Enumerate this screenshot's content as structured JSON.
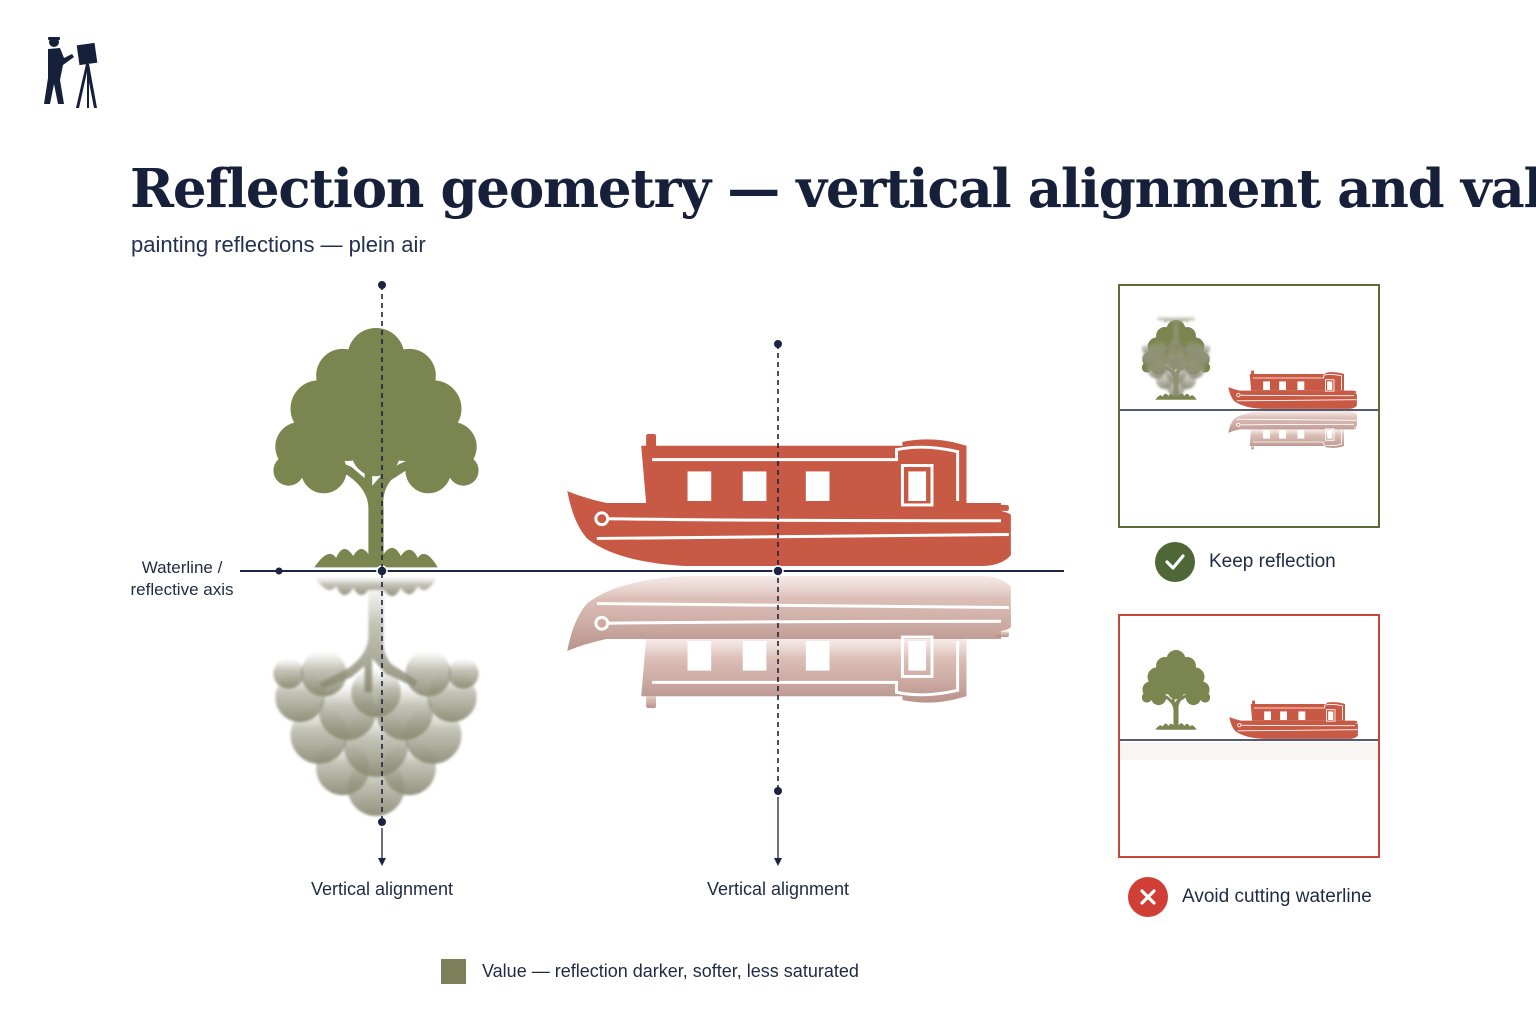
{
  "header": {
    "title": "Reflection geometry — vertical alignment and value",
    "subtitle": "painting reflections — plein air"
  },
  "diagram": {
    "waterline_label_line1": "Waterline /",
    "waterline_label_line2": "reflective axis",
    "vertical_alignment_label_1": "Vertical alignment",
    "vertical_alignment_label_2": "Vertical alignment"
  },
  "panels": {
    "good": {
      "label": "Keep reflection",
      "icon": "check-icon"
    },
    "bad": {
      "label": "Avoid cutting waterline",
      "icon": "x-icon"
    }
  },
  "legend": {
    "label": "Value — reflection darker, softer, less saturated"
  },
  "colors": {
    "tree": "#7b8550",
    "boat": "#c85a45",
    "axis": "#1b2440",
    "good": "#5c6a3c",
    "bad": "#c7463a"
  }
}
